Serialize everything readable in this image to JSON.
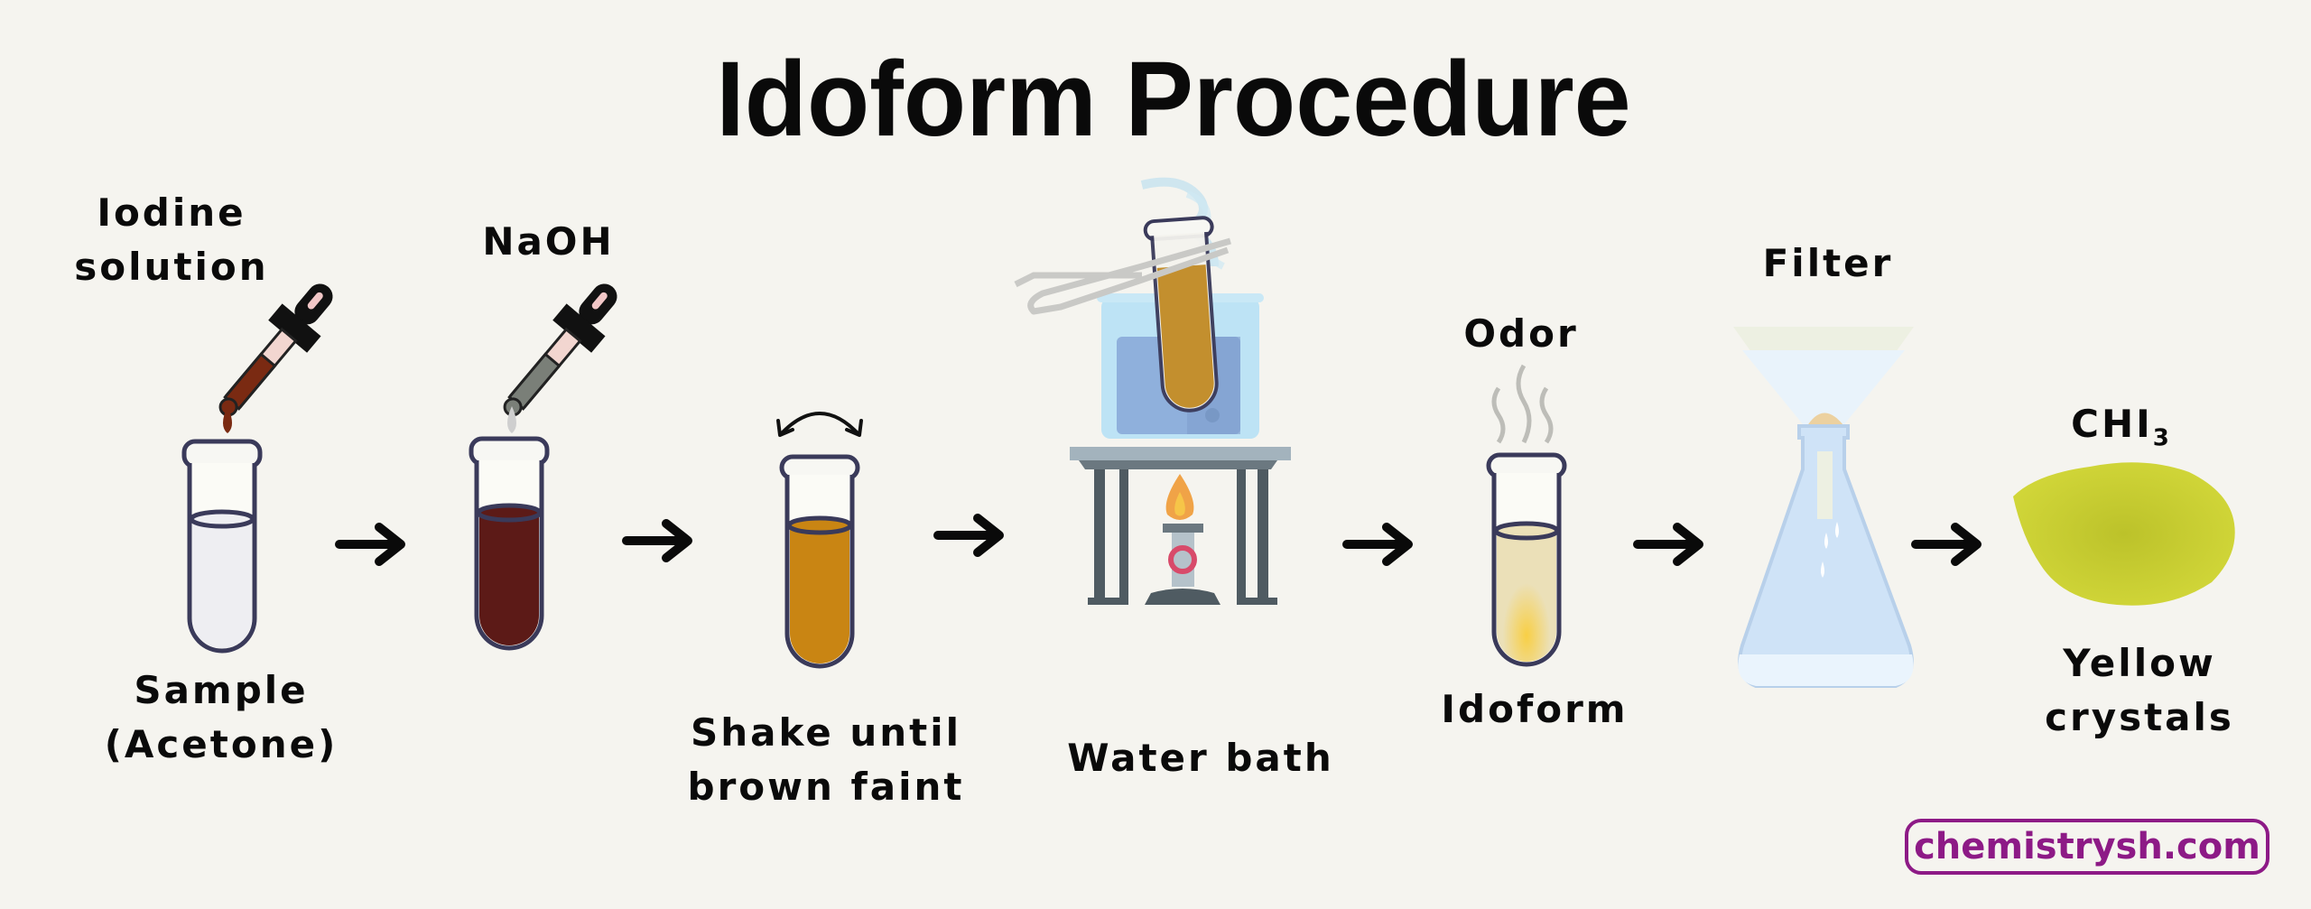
{
  "title": "Idoform Procedure",
  "steps": [
    {
      "id": "sample",
      "top_label_line1": "Iodine",
      "top_label_line2": "solution",
      "bottom_label_line1": "Sample",
      "bottom_label_line2": "(Acetone)",
      "liquid_color": "#eeeef2"
    },
    {
      "id": "naoh",
      "top_label": "NaOH",
      "liquid_color": "#5c1a17"
    },
    {
      "id": "shake",
      "bottom_label_line1": "Shake until",
      "bottom_label_line2": "brown faint",
      "liquid_color": "#c98513"
    },
    {
      "id": "water-bath",
      "bottom_label": "Water bath",
      "water_color": "#8fb0dc",
      "tube_color": "#c38f2e"
    },
    {
      "id": "idoform",
      "top_label": "Odor",
      "bottom_label": "Idoform",
      "liquid_color": "#ebe0b8"
    },
    {
      "id": "filter",
      "top_label": "Filter",
      "flask_color": "#cfe3f7"
    },
    {
      "id": "product",
      "formula": "CHI",
      "formula_sub": "3",
      "bottom_label_line1": "Yellow",
      "bottom_label_line2": "crystals",
      "crystal_color": "#c9cf2c"
    }
  ],
  "watermark": "chemistrysh.com",
  "colors": {
    "background": "#f5f4ef",
    "outline": "#3a3a5a",
    "watermark": "#8d1a86"
  }
}
